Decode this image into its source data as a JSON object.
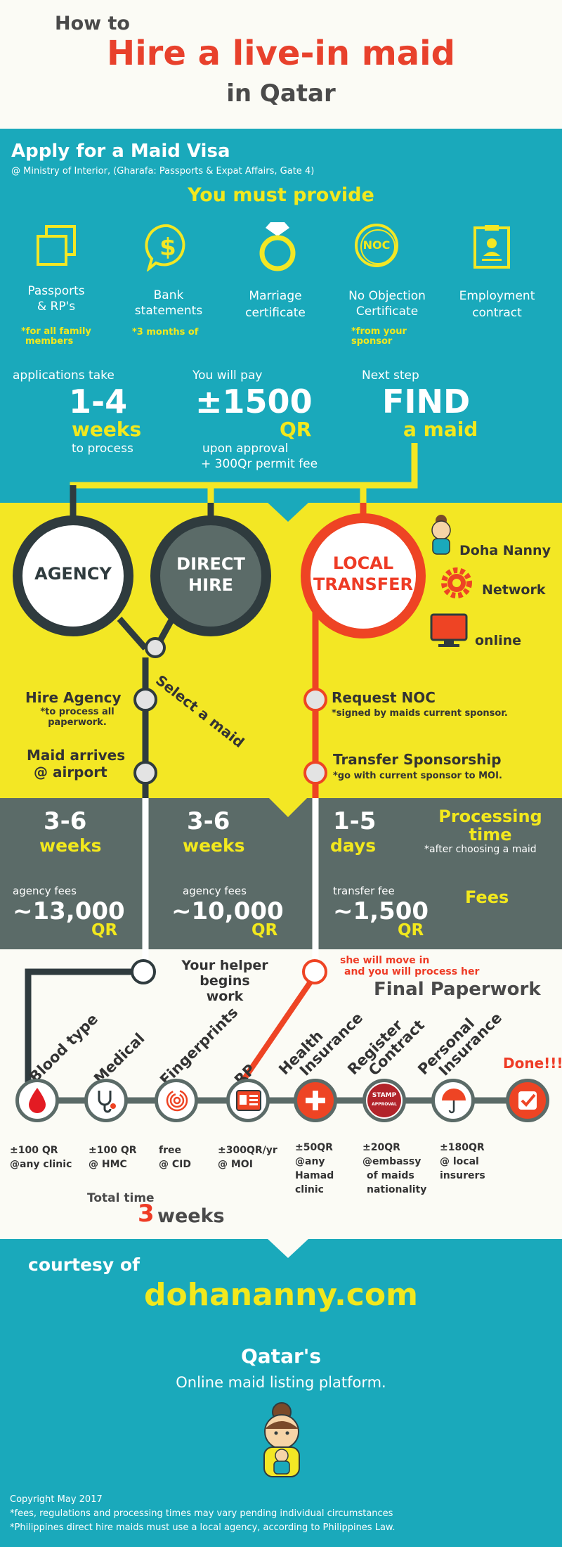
{
  "colors": {
    "teal": "#1aa9bb",
    "yellow": "#f3e724",
    "gray": "#5b6b68",
    "red": "#ee4424",
    "navy": "#2f3b3e",
    "title_red": "#e8412c",
    "cream": "#fbfbf5"
  },
  "header": {
    "line1": "How to",
    "line2": "Hire a live-in maid",
    "line3": "in Qatar"
  },
  "apply": {
    "title": "Apply for a Maid Visa",
    "subtitle": "@ Ministry of Interior, (Gharafa: Passports & Expat Affairs, Gate 4)",
    "must_provide": "You must provide",
    "docs": [
      {
        "icon": "passport-icon",
        "label1": "Passports",
        "label2": "& RP's",
        "note1": "*for all family",
        "note2": "members"
      },
      {
        "icon": "dollar-icon",
        "label1": "Bank",
        "label2": "statements",
        "note1": "*3 months of",
        "note2": ""
      },
      {
        "icon": "ring-icon",
        "label1": "Marriage",
        "label2": "certificate",
        "note1": "",
        "note2": ""
      },
      {
        "icon": "noc-icon",
        "icon_text": "NOC",
        "label1": "No Objection",
        "label2": "Certificate",
        "note1": "*from your",
        "note2": "sponsor"
      },
      {
        "icon": "contract-icon",
        "label1": "Employment",
        "label2": "contract",
        "note1": "",
        "note2": ""
      }
    ],
    "stats": [
      {
        "top": "applications take",
        "big": "1-4",
        "unit": "weeks",
        "bottom1": "to process",
        "bottom2": ""
      },
      {
        "top": "You will pay",
        "big": "±1500",
        "unit": "QR",
        "bottom1": "upon approval",
        "bottom2": "+ 300Qr permit fee"
      },
      {
        "top": "Next step",
        "big": "FIND",
        "unit": "a maid",
        "bottom1": "",
        "bottom2": ""
      }
    ]
  },
  "options": {
    "agency": "AGENCY",
    "direct1": "DIRECT",
    "direct2": "HIRE",
    "local1": "LOCAL",
    "local2": "TRANSFER",
    "sources": [
      "Doha Nanny",
      "Network",
      "online"
    ],
    "select_maid": "Select a maid",
    "hire_agency": "Hire Agency",
    "hire_agency_note1": "*to process all",
    "hire_agency_note2": "paperwork.",
    "maid_arrives1": "Maid arrives",
    "maid_arrives2": "@ airport",
    "request_noc": "Request NOC",
    "request_noc_note": "*signed by maids current sponsor.",
    "transfer": "Transfer Sponsorship",
    "transfer_note": "*go with current sponsor to MOI."
  },
  "gray_band": {
    "cols": [
      {
        "time": "3-6",
        "unit": "weeks",
        "fee_label": "agency fees",
        "fee": "~13,000",
        "cur": "QR"
      },
      {
        "time": "3-6",
        "unit": "weeks",
        "fee_label": "agency fees",
        "fee": "~10,000",
        "cur": "QR"
      },
      {
        "time": "1-5",
        "unit": "days",
        "fee_label": "transfer fee",
        "fee": "~1,500",
        "cur": "QR"
      }
    ],
    "proc1": "Processing",
    "proc2": "time",
    "proc_note": "*after choosing a maid",
    "fees": "Fees"
  },
  "paperwork": {
    "helper1": "Your helper begins",
    "helper2": "work",
    "move1": "she will move in",
    "move2": "and you will process her",
    "title": "Final Paperwork",
    "steps": [
      {
        "label1": "Blood type",
        "label2": "",
        "icon": "blood-drop-icon",
        "cost1": "±100 QR",
        "cost2": "@any clinic",
        "cost3": "",
        "cost4": ""
      },
      {
        "label1": "Medical",
        "label2": "",
        "icon": "stethoscope-icon",
        "cost1": "±100 QR",
        "cost2": "@ HMC",
        "cost3": "",
        "cost4": ""
      },
      {
        "label1": "Fingerprints",
        "label2": "",
        "icon": "fingerprint-icon",
        "cost1": "free",
        "cost2": "@ CID",
        "cost3": "",
        "cost4": ""
      },
      {
        "label1": "RP",
        "label2": "",
        "icon": "id-card-icon",
        "cost1": "±300QR/yr",
        "cost2": "@ MOI",
        "cost3": "",
        "cost4": ""
      },
      {
        "label1": "Health",
        "label2": "Insurance",
        "icon": "medical-cross-icon",
        "cost1": "±50QR",
        "cost2": "@any",
        "cost3": "Hamad",
        "cost4": "clinic"
      },
      {
        "label1": "Register",
        "label2": "Contract",
        "icon": "stamp-icon",
        "stamp1": "STAMP",
        "stamp2": "APPROVAL",
        "cost1": "±20QR",
        "cost2": "@embassy",
        "cost3": "of maids",
        "cost4": "nationality"
      },
      {
        "label1": "Personal",
        "label2": "Insurance",
        "icon": "umbrella-icon",
        "cost1": "±180QR",
        "cost2": "@ local",
        "cost3": "insurers",
        "cost4": ""
      },
      {
        "label1": "Done!!!",
        "label2": "",
        "icon": "checkmark-icon",
        "cost1": "",
        "cost2": "",
        "cost3": "",
        "cost4": ""
      }
    ],
    "total_label": "Total time",
    "total_num": "3",
    "total_unit": "weeks"
  },
  "footer": {
    "courtesy": "courtesy of",
    "site": "dohananny.com",
    "qatar": "Qatar's",
    "platform": "Online maid listing platform.",
    "copyright": "Copyright May 2017",
    "note1": "*fees, regulations and processing times may vary pending individual circumstances",
    "note2": "*Philippines direct hire maids must use a local agency, according to Philippines Law."
  }
}
